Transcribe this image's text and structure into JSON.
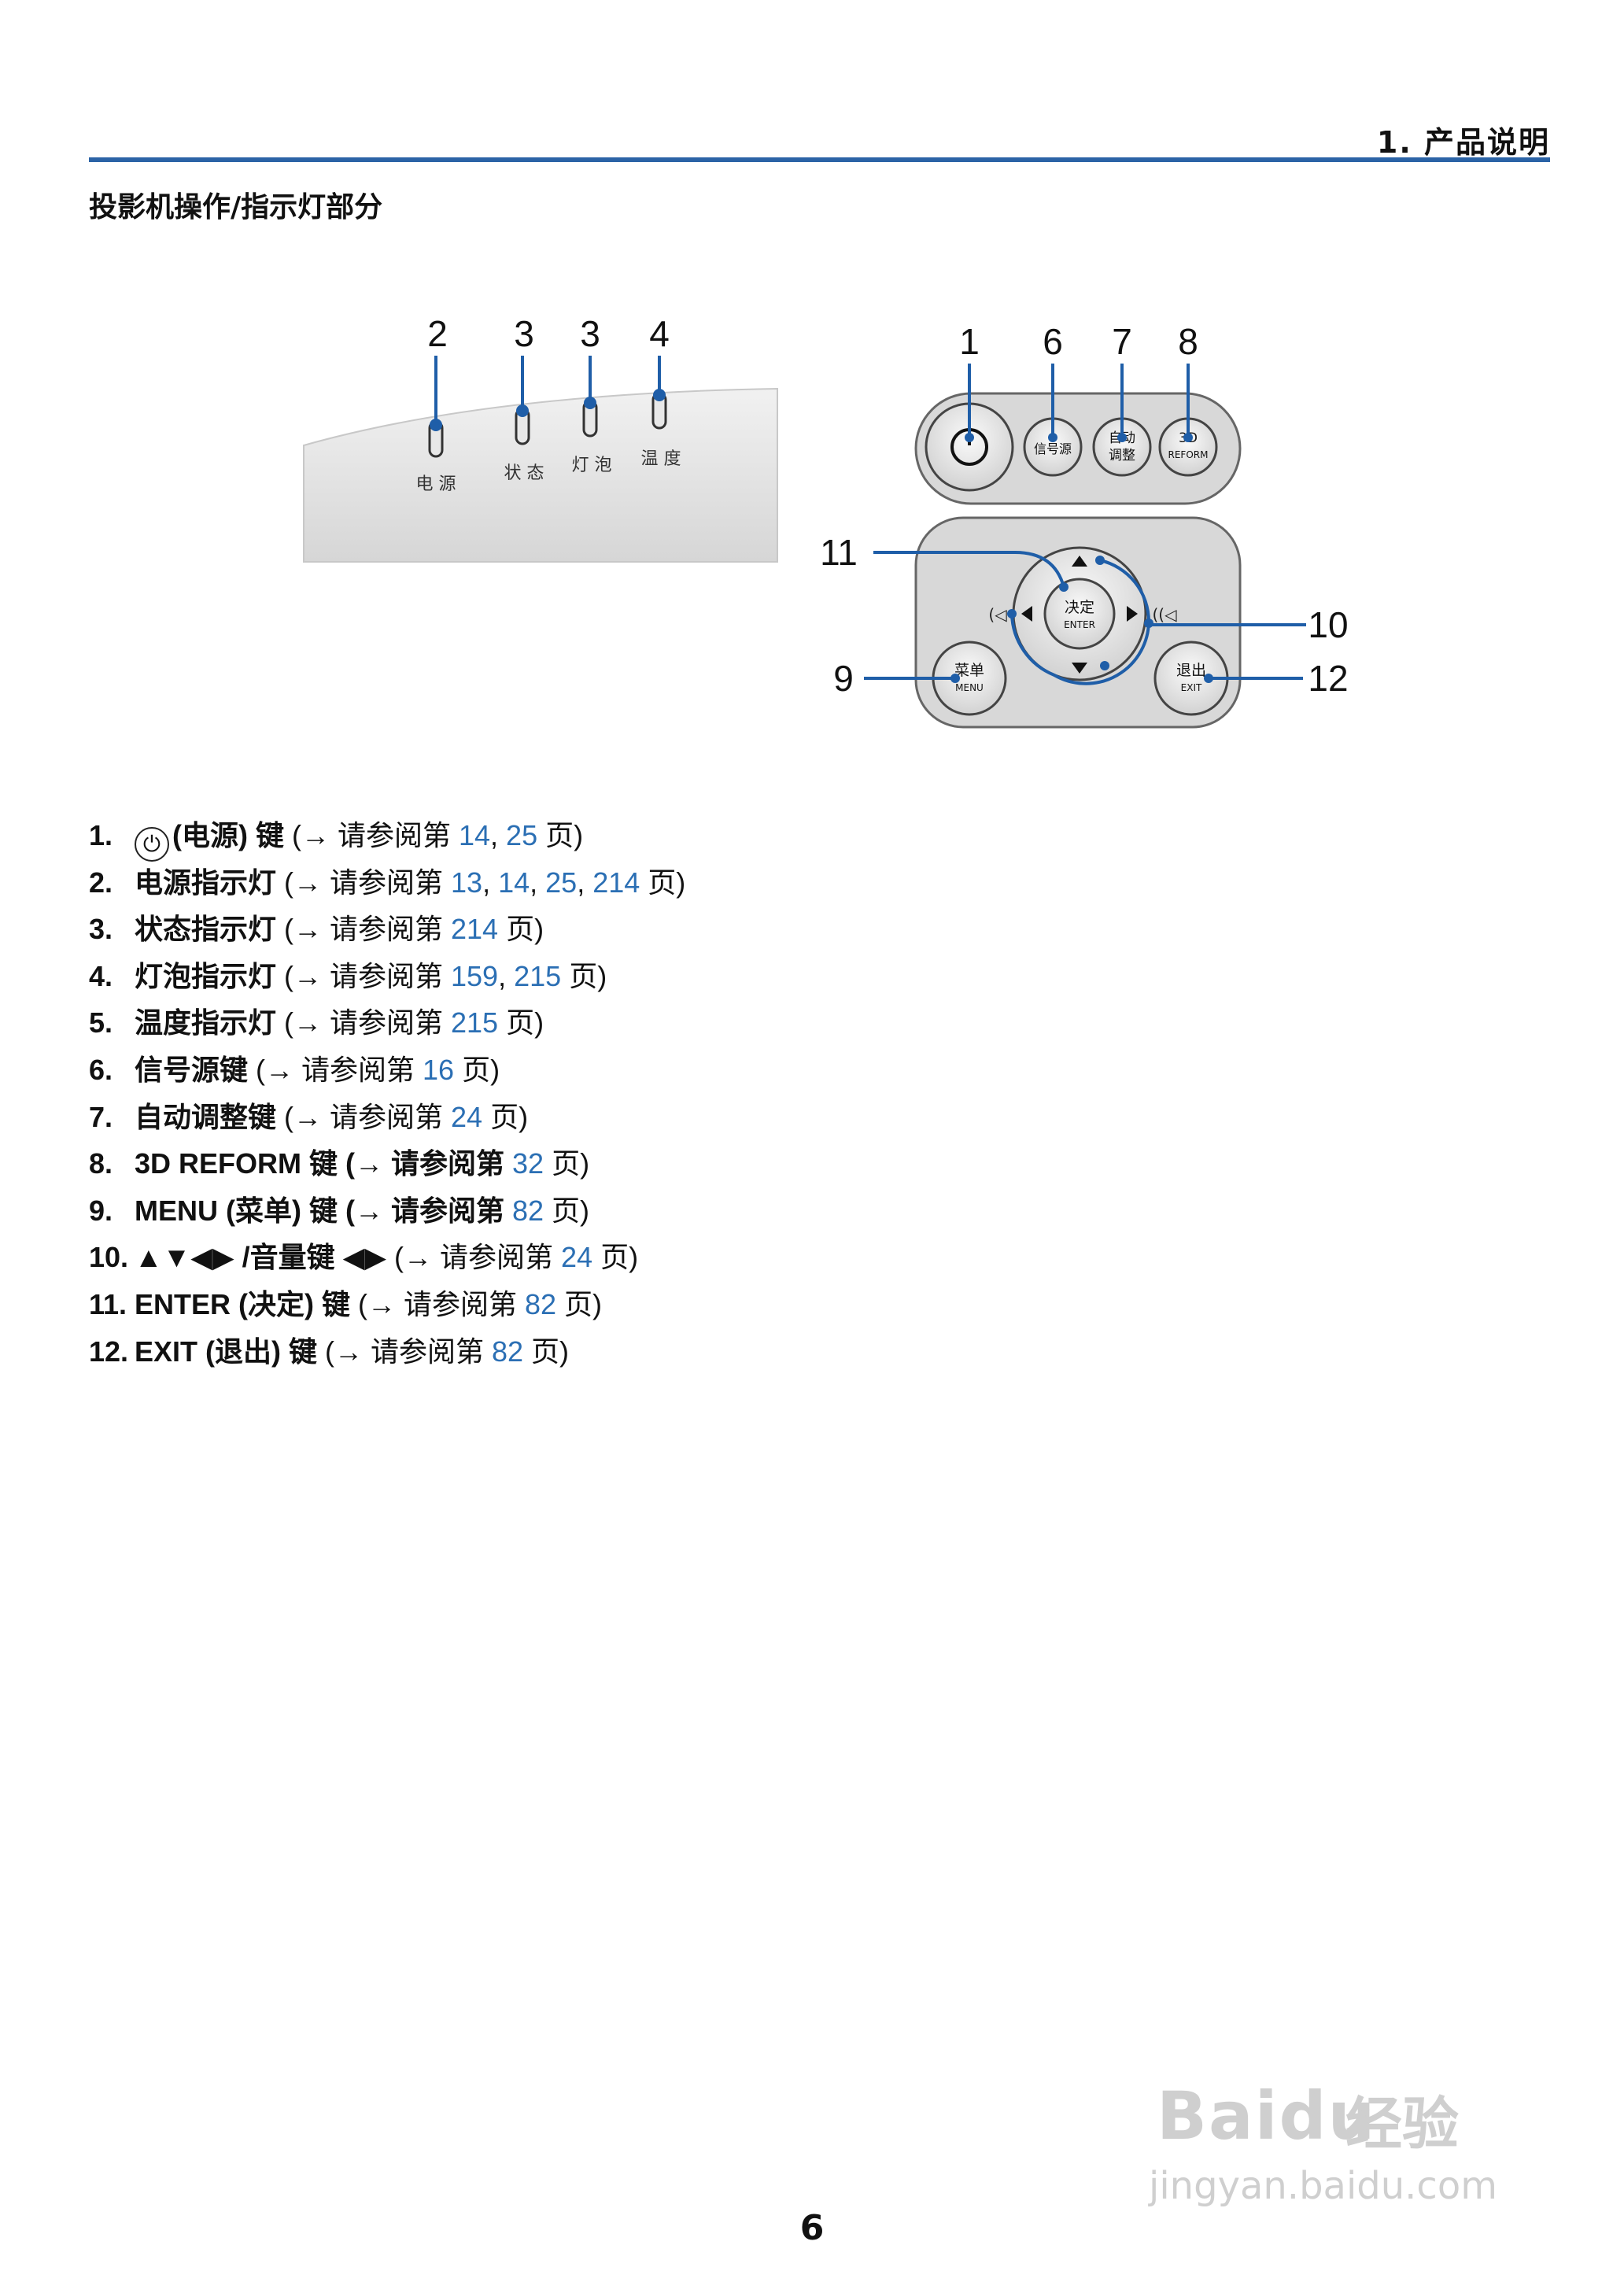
{
  "header": {
    "title": "1. 产品说明"
  },
  "section": {
    "title": "投影机操作/指示灯部分"
  },
  "figure_left": {
    "callouts": [
      "2",
      "3",
      "3",
      "4"
    ],
    "labels": [
      "电 源",
      "状 态",
      "灯 泡",
      "温 度"
    ]
  },
  "figure_right": {
    "callouts": [
      "1",
      "6",
      "7",
      "8",
      "11",
      "10",
      "9",
      "12"
    ],
    "buttons": {
      "source": "信号源",
      "auto_adjust": [
        "自动",
        "调整"
      ],
      "reform": [
        "3D",
        "REFORM"
      ],
      "enter": [
        "决定",
        "ENTER"
      ],
      "menu": [
        "菜单",
        "MENU"
      ],
      "exit": [
        "退出",
        "EXIT"
      ]
    }
  },
  "items": [
    {
      "num": "1.",
      "icon": "power-icon",
      "term": "(电源) 键",
      "rest": " (→ 请参阅第 ",
      "pages": [
        "14",
        "25"
      ],
      "end": " 页)"
    },
    {
      "num": "2.",
      "term": "电源指示灯",
      "rest": " (→ 请参阅第 ",
      "pages": [
        "13",
        "14",
        "25",
        "214"
      ],
      "end": " 页)"
    },
    {
      "num": "3.",
      "term": "状态指示灯",
      "rest": " (→ 请参阅第 ",
      "pages": [
        "214"
      ],
      "end": " 页)"
    },
    {
      "num": "4.",
      "term": "灯泡指示灯",
      "rest": " (→ 请参阅第 ",
      "pages": [
        "159",
        "215"
      ],
      "end": " 页)"
    },
    {
      "num": "5.",
      "term": "温度指示灯",
      "rest": " (→ 请参阅第 ",
      "pages": [
        "215"
      ],
      "end": " 页)"
    },
    {
      "num": "6.",
      "term": "信号源键",
      "rest": " (→ 请参阅第 ",
      "pages": [
        "16"
      ],
      "end": " 页)"
    },
    {
      "num": "7.",
      "term": "自动调整键",
      "rest": " (→ 请参阅第 ",
      "pages": [
        "24"
      ],
      "end": " 页)"
    },
    {
      "num": "8.",
      "term": "3D REFORM 键 (→ 请参阅第",
      "rest": " ",
      "pages": [
        "32"
      ],
      "end": " 页)"
    },
    {
      "num": "9.",
      "term": "MENU (菜单) 键 (→ 请参阅第",
      "rest": " ",
      "pages": [
        "82"
      ],
      "end": " 页)"
    },
    {
      "num": "10.",
      "term": "▲▼◀▶ /音量键 ◀▶",
      "rest": " (→ 请参阅第 ",
      "pages": [
        "24"
      ],
      "end": " 页)"
    },
    {
      "num": "11.",
      "term": "ENTER (决定) 键",
      "rest": " (→ 请参阅第 ",
      "pages": [
        "82"
      ],
      "end": " 页)"
    },
    {
      "num": "12.",
      "term": "EXIT (退出) 键",
      "rest": " (→ 请参阅第 ",
      "pages": [
        "82"
      ],
      "end": " 页)"
    }
  ],
  "page_number": "6",
  "watermark": {
    "logo": "Baidu",
    "brand": "经验",
    "url": "jingyan.baidu.com"
  },
  "colors": {
    "accent": "#2b63a6",
    "link": "#2b6fb4",
    "callout_line": "#1f5ea8"
  }
}
